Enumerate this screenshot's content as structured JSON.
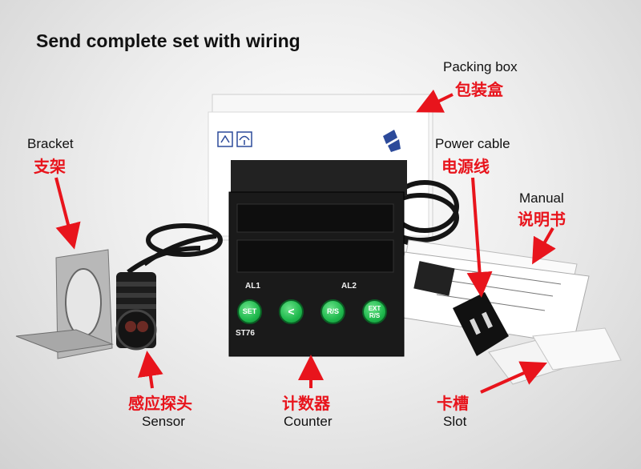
{
  "headline": "Send complete set with wiring",
  "labels": {
    "packing_en": "Packing box",
    "packing_cn": "包装盒",
    "bracket_en": "Bracket",
    "bracket_cn": "支架",
    "power_en": "Power cable",
    "power_cn": "电源线",
    "manual_en": "Manual",
    "manual_cn": "说明书",
    "sensor_cn": "感应探头",
    "sensor_en": "Sensor",
    "counter_cn": "计数器",
    "counter_en": "Counter",
    "slot_cn": "卡槽",
    "slot_en": "Slot"
  },
  "panel": {
    "al1": "AL1",
    "al2": "AL2",
    "model": "ST76",
    "btn_set": "SET",
    "btn_left": "<",
    "btn_up": "R/S",
    "btn_ext": "EXT R/S"
  },
  "colors": {
    "accent_red": "#e8141c",
    "button_green": "#1eb84c",
    "panel_black": "#1a1a1a"
  },
  "icons": [
    "arrow-icon",
    "fragile-icon",
    "umbrella-icon",
    "logo-icon"
  ]
}
